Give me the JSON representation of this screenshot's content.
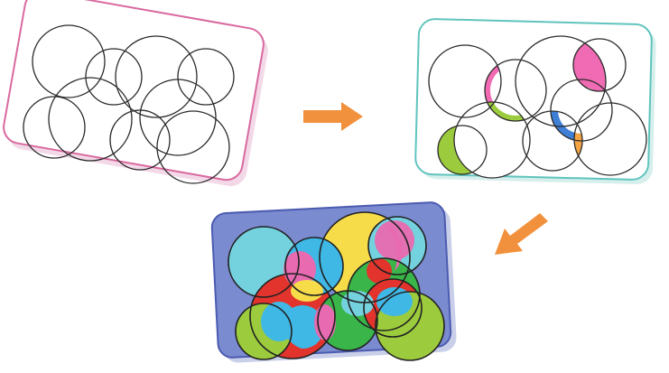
{
  "panels": [
    {
      "id": "step-1-outline",
      "card_fill": "#ffffff",
      "card_stroke": "#d9699f",
      "shadow": "#f3d9e8"
    },
    {
      "id": "step-2-partial",
      "card_fill": "#ffffff",
      "card_stroke": "#5fc4bd",
      "shadow": "#d6efed"
    },
    {
      "id": "step-3-complete",
      "card_fill": "#7b8bd0",
      "card_stroke": "#4b5bb0",
      "shadow": "#c9cfe9"
    }
  ],
  "arrows": [
    {
      "id": "arrow-right",
      "color": "#f2913d"
    },
    {
      "id": "arrow-down-left",
      "color": "#f2913d"
    }
  ],
  "palette": {
    "pink": "#f06bb3",
    "orange": "#f5a443",
    "lime": "#9ccc3d",
    "blue": "#3f7fd6",
    "cyan": "#74d2df",
    "yellow": "#f7dc4a",
    "red": "#e2342c",
    "green": "#39b54a",
    "sky": "#3fb8e6",
    "magenta": "#e86ab0"
  }
}
